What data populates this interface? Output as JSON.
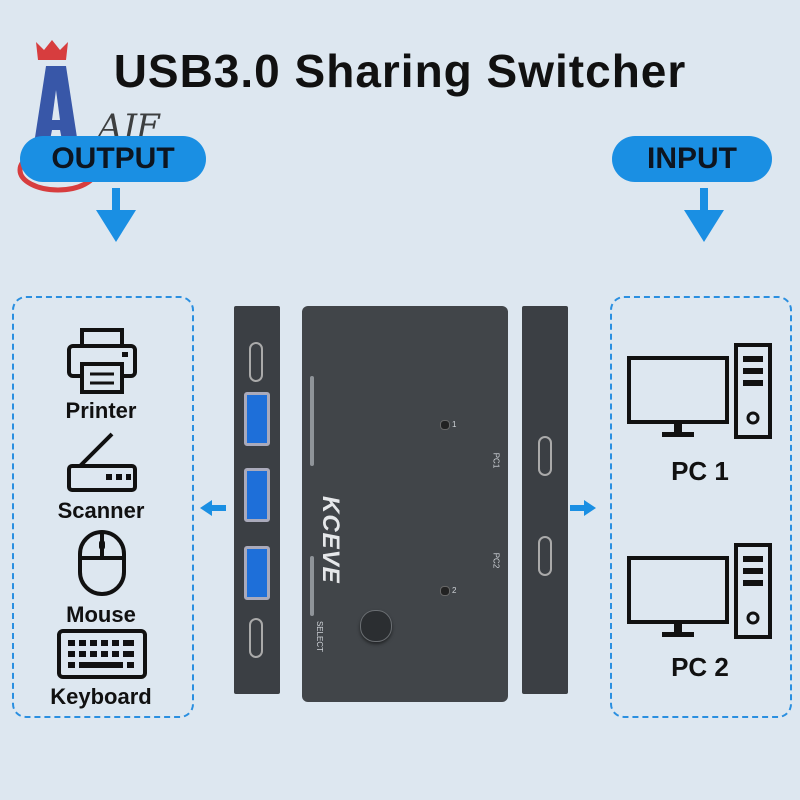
{
  "title": "USB3.0 Sharing Switcher",
  "output_label": "OUTPUT",
  "input_label": "INPUT",
  "devices": [
    {
      "label": "Printer",
      "icon": "printer-icon"
    },
    {
      "label": "Scanner",
      "icon": "scanner-icon"
    },
    {
      "label": "Mouse",
      "icon": "mouse-icon"
    },
    {
      "label": "Keyboard",
      "icon": "keyboard-icon"
    }
  ],
  "pcs": [
    {
      "label": "PC 1",
      "icon": "desktop-computer-icon"
    },
    {
      "label": "PC 2",
      "icon": "desktop-computer-icon"
    }
  ],
  "device": {
    "brand": "KCEVE",
    "led_1": "1",
    "led_2": "2",
    "port_pc1": "PC1",
    "port_pc2": "PC2",
    "select": "SELECT"
  },
  "colors": {
    "accent": "#1a8fe3",
    "background": "#dde7f0",
    "device": "#414549",
    "usb_blue": "#1e6fd9"
  }
}
